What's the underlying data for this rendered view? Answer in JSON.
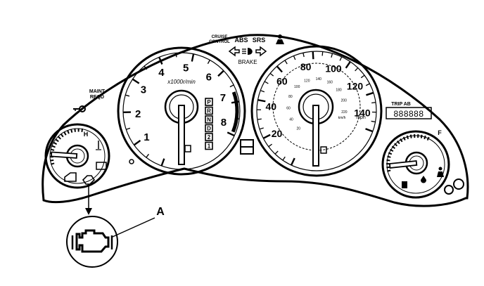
{
  "indicators": {
    "cruise_line1": "CRUISE",
    "cruise_line2": "CONTROL",
    "abs": "ABS",
    "srs": "SRS",
    "brake": "BRAKE",
    "maint_line1": "MAINT",
    "maint_line2": "REQD"
  },
  "tachometer": {
    "unit": "x1000r/min",
    "labels": [
      "1",
      "2",
      "3",
      "4",
      "5",
      "6",
      "7",
      "8"
    ],
    "gears": [
      "P",
      "R",
      "N",
      "D",
      "2",
      "1"
    ]
  },
  "speedometer": {
    "mph_labels": [
      "20",
      "40",
      "60",
      "80",
      "100",
      "120",
      "140"
    ],
    "kmh_labels": [
      "20",
      "40",
      "60",
      "80",
      "100",
      "120",
      "140",
      "160",
      "180",
      "200",
      "220"
    ],
    "unit_mph": "mph",
    "unit_kmh": "km/h"
  },
  "odometer": {
    "label": "TRIP AB",
    "digits": "888888"
  },
  "temp_gauge": {
    "hot_label": "H"
  },
  "fuel_gauge": {
    "full_label": "F"
  },
  "callout": {
    "label": "A"
  }
}
